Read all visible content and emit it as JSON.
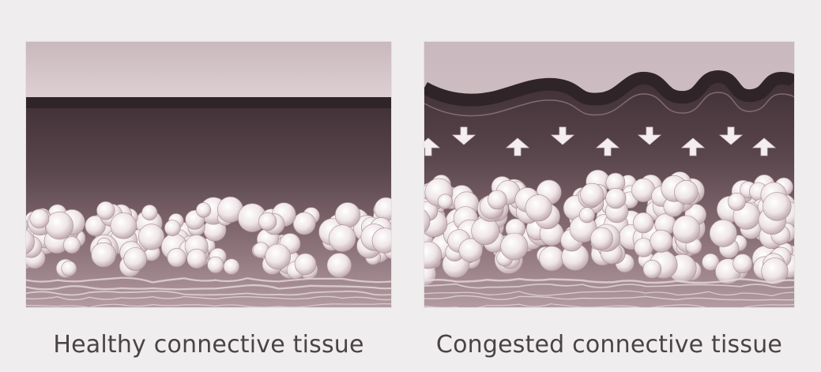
{
  "diagrams": [
    {
      "id": "healthy",
      "caption": "Healthy connective tissue"
    },
    {
      "id": "congested",
      "caption": "Congested connective tissue"
    }
  ],
  "colors": {
    "background": "#efedee",
    "skin_surface": "#d8c9cd",
    "dermis_dark": "#4b3c41",
    "dermis_mid": "#6d555d",
    "subcutis_light": "#a38b91",
    "fat_cell": "#f1e9ea",
    "arrow": "#f4eef0",
    "caption_text": "#4a4345"
  },
  "icons": [
    "fat-cell-cluster",
    "arrow-down-icon",
    "arrow-up-icon",
    "fiber-strand"
  ]
}
